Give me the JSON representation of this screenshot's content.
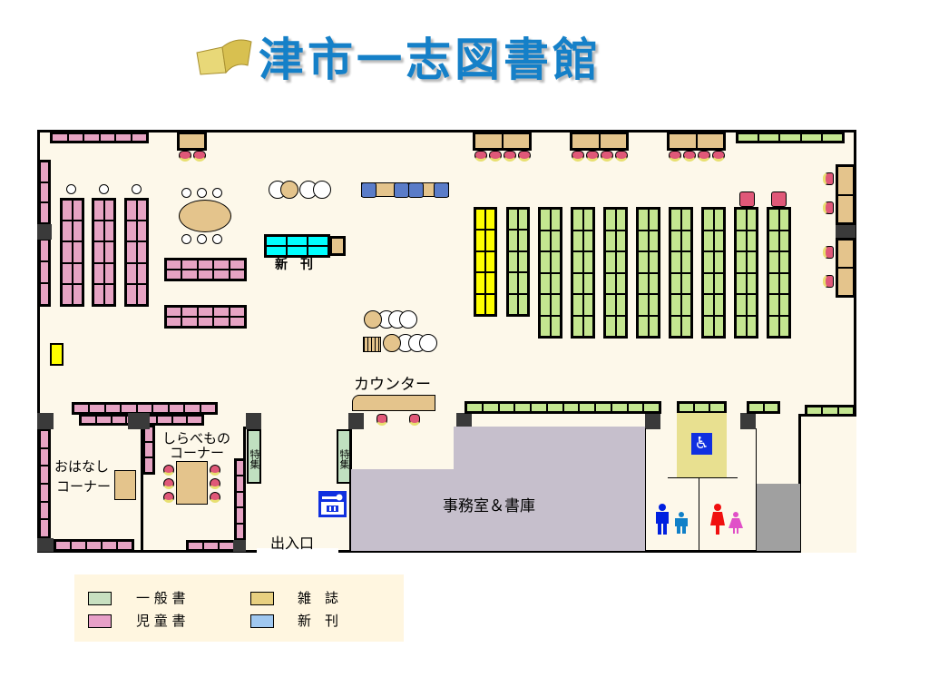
{
  "header": {
    "title": "津市一志図書館"
  },
  "map": {
    "new_books_label": "新　刊",
    "counter_label": "カウンター",
    "research_corner": [
      "しらべもの",
      "コーナー"
    ],
    "story_corner": [
      "おはなし",
      "コーナー"
    ],
    "special_label": "特集",
    "office_label": "事務室＆書庫",
    "entrance_label": "出入口"
  },
  "legend": {
    "items": [
      {
        "label": "一 般 書",
        "color": "#c8e0c0"
      },
      {
        "label": "児 童 書",
        "color": "#e8a0c8"
      },
      {
        "label": "雑　誌",
        "color": "#e8d080"
      },
      {
        "label": "新　刊",
        "color": "#a0c8f0"
      }
    ]
  },
  "colors": {
    "children": "#e6a3c3",
    "general": "#c4e690",
    "magazine": "#e4c48c",
    "new_books": "#00ffff",
    "reference": "#ffff00",
    "title": "#1580c8"
  }
}
